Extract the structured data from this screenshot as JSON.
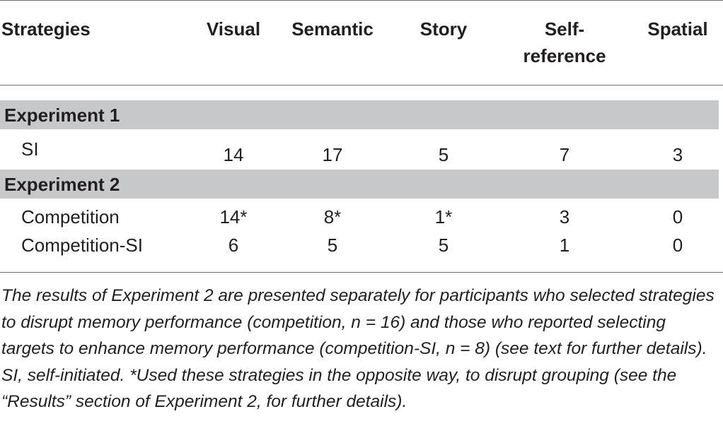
{
  "columns": {
    "strategies": "Strategies",
    "visual": "Visual",
    "semantic": "Semantic",
    "story": "Story",
    "self_line1": "Self-",
    "self_line2": "reference",
    "spatial": "Spatial"
  },
  "sections": [
    {
      "title": "Experiment 1",
      "rows": [
        {
          "label": "SI",
          "visual": "14",
          "semantic": "17",
          "story": "5",
          "self_reference": "7",
          "spatial": "3"
        }
      ]
    },
    {
      "title": "Experiment 2",
      "rows": [
        {
          "label": "Competition",
          "visual": "14*",
          "semantic": "8*",
          "story": "1*",
          "self_reference": "3",
          "spatial": "0"
        },
        {
          "label": "Competition-SI",
          "visual": "6",
          "semantic": "5",
          "story": "5",
          "self_reference": "1",
          "spatial": "0"
        }
      ]
    }
  ],
  "footnotes": [
    "The results of Experiment 2 are presented separately for participants who selected strategies to disrupt memory performance (competition, n = 16) and those who reported selecting targets to enhance memory performance (competition-SI, n = 8) (see text for further details).",
    "SI, self-initiated. *Used these strategies in the opposite way, to disrupt grouping (see the “Results” section of Experiment 2, for further details)."
  ]
}
